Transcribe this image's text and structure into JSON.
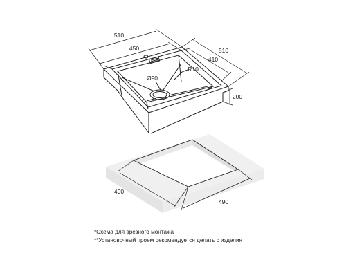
{
  "diagram": {
    "sink": {
      "dim_top_outer_width": "510",
      "dim_top_inner_width": "450",
      "dim_side_outer_depth": "510",
      "dim_side_inner_depth": "410",
      "dim_height": "200",
      "drain_diameter": "Ø90",
      "corner_radius": "R10"
    },
    "cutout": {
      "dim_depth": "490",
      "dim_width": "490"
    },
    "notes": [
      "*Схема для врезного монтажа",
      "**Установочный проем рекомендуется делать с изделия"
    ]
  },
  "colors": {
    "line": "#222222",
    "slab_top": "#f0f0f0",
    "slab_side": "#e6e6e6",
    "cutout_inner": "#ffffff"
  }
}
